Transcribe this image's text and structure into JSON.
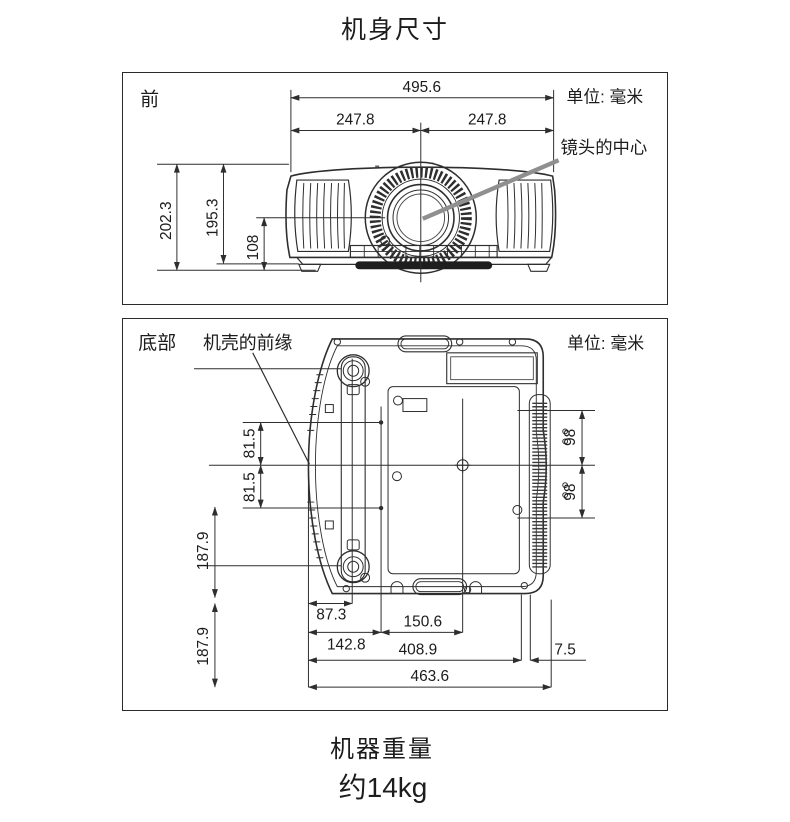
{
  "page": {
    "title": "机身尺寸",
    "weight_label": "机器重量",
    "weight_value": "约14kg"
  },
  "front_view": {
    "label": "前",
    "unit": "单位: 毫米",
    "lens_center_label": "镜头的中心",
    "dims": {
      "width_total": "495.6",
      "width_left": "247.8",
      "width_right": "247.8",
      "height_total": "202.3",
      "height_body": "195.3",
      "lens_height": "108"
    }
  },
  "bottom_view": {
    "label": "底部",
    "front_edge_label": "机壳的前缘",
    "unit": "单位: 毫米",
    "dims": {
      "front_hole_upper": "81.5",
      "front_hole_lower": "81.5",
      "rear_hole_upper": "98",
      "rear_hole_lower": "98",
      "side_upper": "187.9",
      "side_lower": "187.9",
      "foot_offset": "87.3",
      "hole_span": "150.6",
      "front_to_hole": "142.8",
      "mount_span": "408.9",
      "rear_offset": "7.5",
      "depth_total": "463.6"
    }
  },
  "colors": {
    "line": "#2e2e2e",
    "pointer": "#8f8f8f",
    "background": "#ffffff"
  }
}
